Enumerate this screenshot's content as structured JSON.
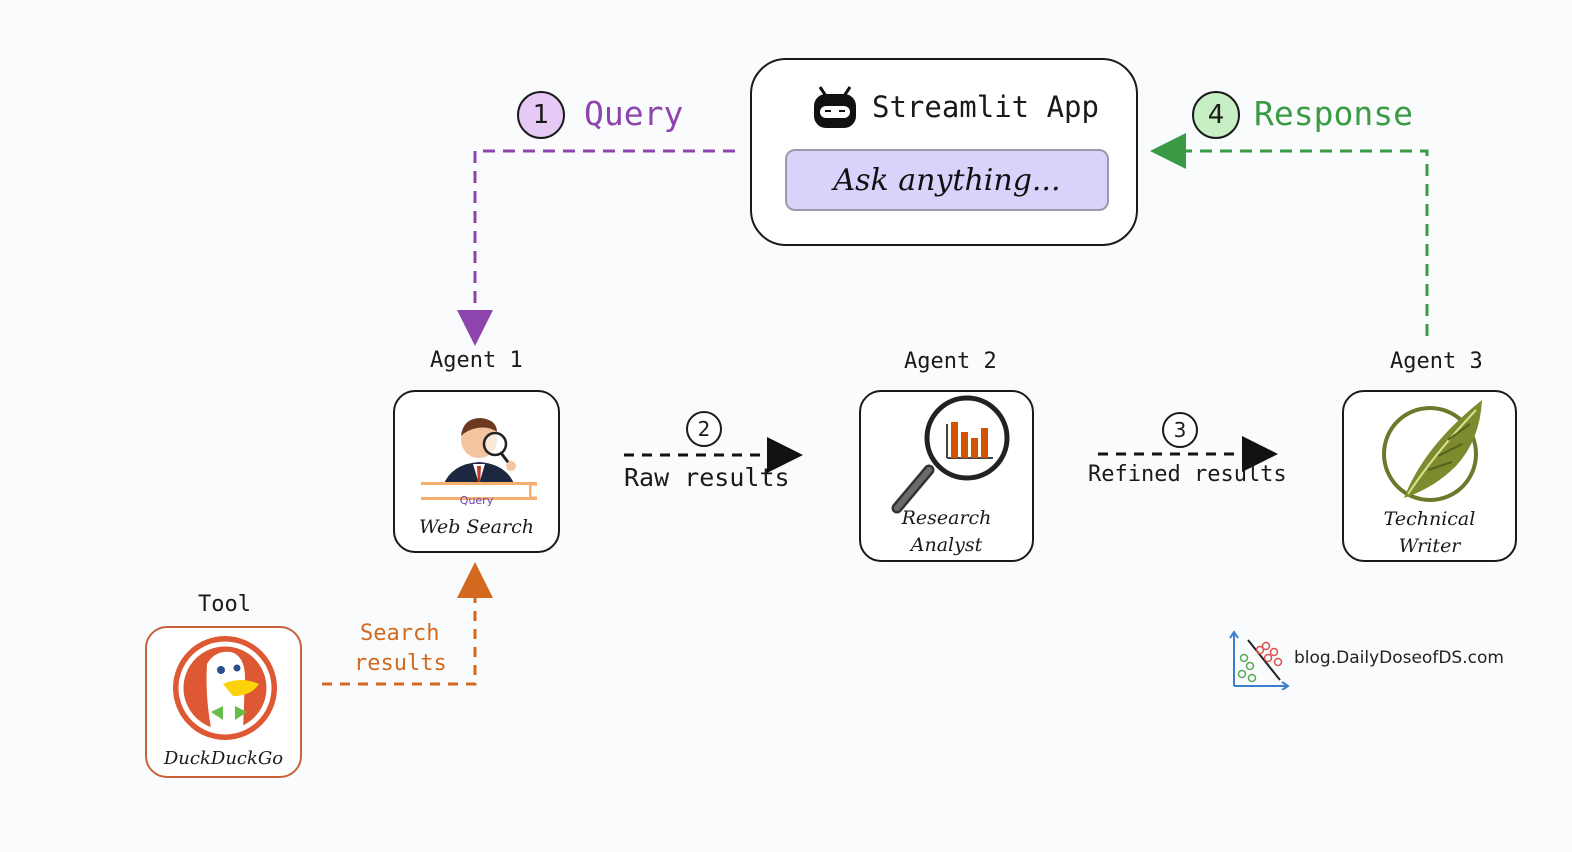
{
  "app": {
    "title": "Streamlit App",
    "input_placeholder": "Ask anything..."
  },
  "steps": {
    "query": {
      "number": "1",
      "label": "Query",
      "color": "#8e44ad",
      "bg": "#e6c9f5"
    },
    "response": {
      "number": "4",
      "label": "Response",
      "color": "#3b9b45",
      "bg": "#c7efc3"
    },
    "raw": {
      "number": "2",
      "label": "Raw results"
    },
    "refined": {
      "number": "3",
      "label": "Refined results"
    },
    "search": {
      "label_line1": "Search",
      "label_line2": "results",
      "color": "#d2691e"
    }
  },
  "agents": [
    {
      "heading": "Agent 1",
      "caption": "Web Search",
      "search_bar_text": "Query"
    },
    {
      "heading": "Agent 2",
      "caption_line1": "Research",
      "caption_line2": "Analyst"
    },
    {
      "heading": "Agent 3",
      "caption_line1": "Technical",
      "caption_line2": "Writer"
    }
  ],
  "tool": {
    "heading": "Tool",
    "caption": "DuckDuckGo",
    "border_color": "#c9623a"
  },
  "watermark": {
    "text": "blog.DailyDoseofDS.com"
  },
  "icons": {
    "app": "streamlit-robot-icon",
    "agent1": "web-search-person-icon",
    "agent2": "magnifier-chart-icon",
    "agent3": "quill-feather-icon",
    "tool": "duckduckgo-logo-icon",
    "watermark": "scatter-plot-logo-icon"
  }
}
